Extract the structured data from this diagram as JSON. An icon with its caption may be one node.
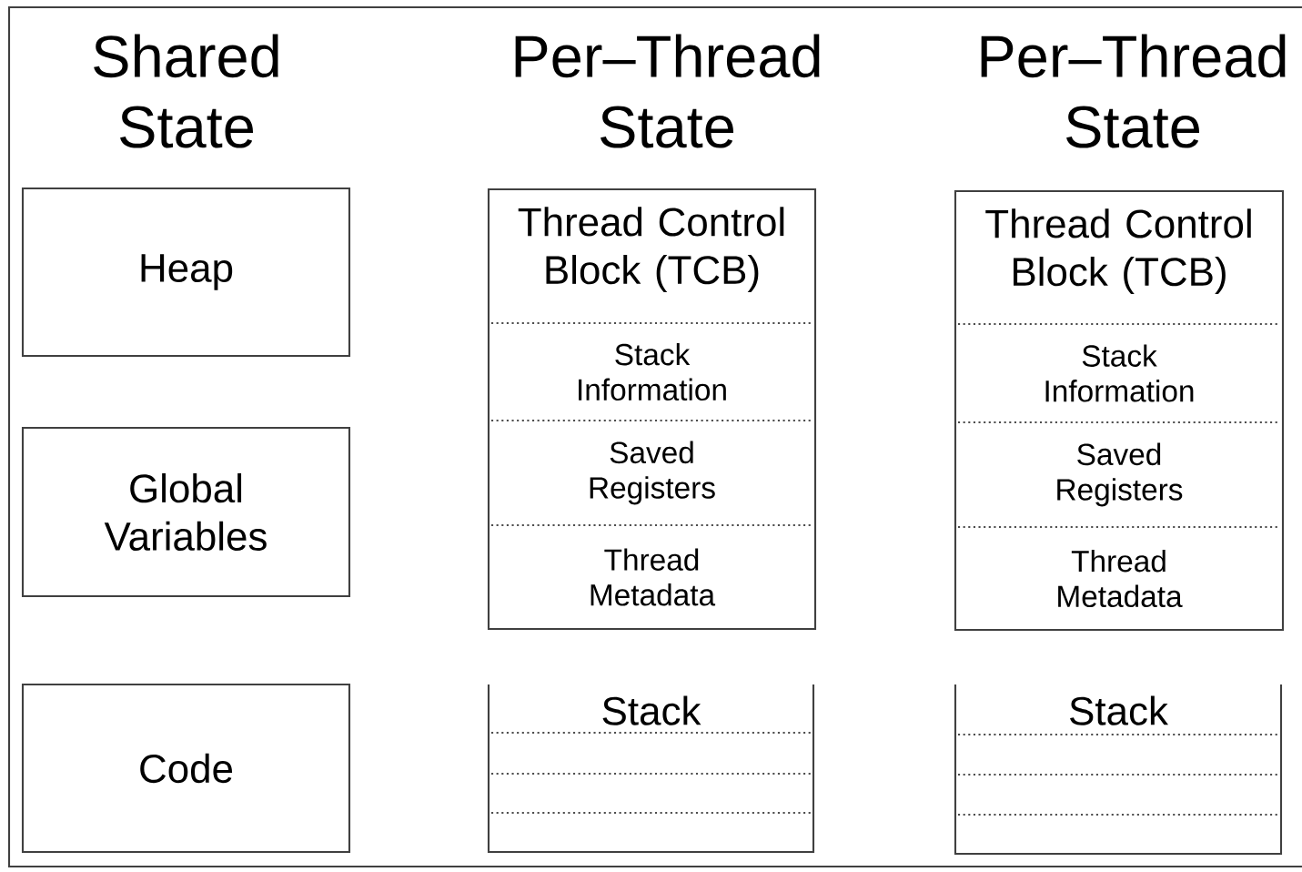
{
  "diagram": {
    "nodes": [
      {
        "text": [
          "Heap"
        ]
      },
      {
        "text": [
          "Global Variables"
        ]
      },
      {
        "text": [
          "Code"
        ]
      },
      {
        "text": [
          "Thread Control Block (TCB)"
        ]
      },
      {
        "text": [
          "Stack Information"
        ],
        "in": 3
      },
      {
        "text": [
          "Saved Registers"
        ],
        "in": 3
      },
      {
        "text": [
          "Thread Metadata"
        ],
        "in": 3
      },
      {
        "text": [
          "Stack"
        ]
      },
      {
        "text": [
          "Thread Control Block (TCB)"
        ]
      },
      {
        "text": [
          "Stack Information"
        ],
        "in": 8
      },
      {
        "text": [
          "Saved Registers"
        ],
        "in": 8
      },
      {
        "text": [
          "Thread Metadata"
        ],
        "in": 8
      },
      {
        "text": [
          "Stack"
        ]
      }
    ],
    "labels": [
      "Shared State",
      "Per–Thread State",
      "Per–Thread State"
    ]
  }
}
